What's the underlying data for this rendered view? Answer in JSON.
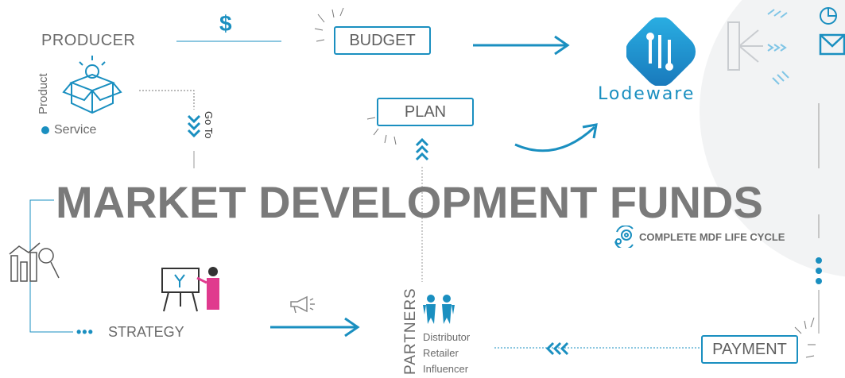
{
  "title": "MARKET DEVELOPMENT FUNDS",
  "subtitle": "COMPLETE MDF LIFE CYCLE",
  "producer": {
    "label": "PRODUCER",
    "product": "Product",
    "service": "Service"
  },
  "goto": "Go To",
  "dollar": "$",
  "budget": "BUDGET",
  "plan": "PLAN",
  "brand": "Lodeware",
  "strategy": "STRATEGY",
  "partners": {
    "label": "PARTNERS",
    "items": [
      "Distributor",
      "Retailer",
      "Influencer"
    ]
  },
  "payment": "PAYMENT",
  "colors": {
    "accent": "#1a8fc0",
    "text": "#6b6b6b",
    "title": "#7a7a7a",
    "pink": "#e03a8e"
  },
  "icons": [
    "dollar-icon",
    "product-box-icon",
    "chevrons-down-icon",
    "chevrons-up-icon",
    "logo-icon",
    "flow-arrows-icon",
    "pie-chart-icon",
    "mail-icon",
    "analytics-icon",
    "presentation-icon",
    "megaphone-icon",
    "partners-people-icon",
    "lifecycle-gear-icon",
    "chevrons-left-icon",
    "dots-vertical-icon"
  ]
}
